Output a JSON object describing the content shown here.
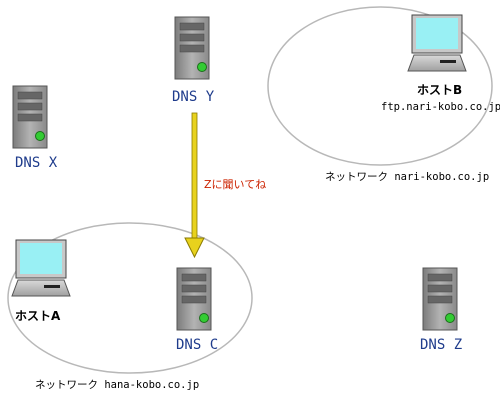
{
  "diagram": {
    "dns_servers": [
      {
        "id": "x",
        "label": "DNS X"
      },
      {
        "id": "y",
        "label": "DNS Y"
      },
      {
        "id": "c",
        "label": "DNS C"
      },
      {
        "id": "z",
        "label": "DNS Z"
      }
    ],
    "hosts": [
      {
        "id": "b",
        "label": "ホストB",
        "hostname": "ftp.nari-kobo.co.jp"
      },
      {
        "id": "a",
        "label": "ホストA",
        "hostname": ""
      }
    ],
    "networks": [
      {
        "id": "nari",
        "label": "ネットワーク nari-kobo.co.jp"
      },
      {
        "id": "hana",
        "label": "ネットワーク hana-kobo.co.jp"
      }
    ],
    "query_arrow": {
      "from": "DNS Y",
      "to": "DNS C",
      "message": "Zに聞いてね"
    },
    "colors": {
      "dns_label": "#1f3c8c",
      "arrow": "#e8d21d",
      "arrow_stroke": "#8a7a00",
      "message": "#cc2200",
      "network_outline": "#b8b8b8",
      "server_body": "#a9a9a9",
      "server_led": "#33cc33",
      "monitor_screen": "#99f0f4"
    }
  }
}
